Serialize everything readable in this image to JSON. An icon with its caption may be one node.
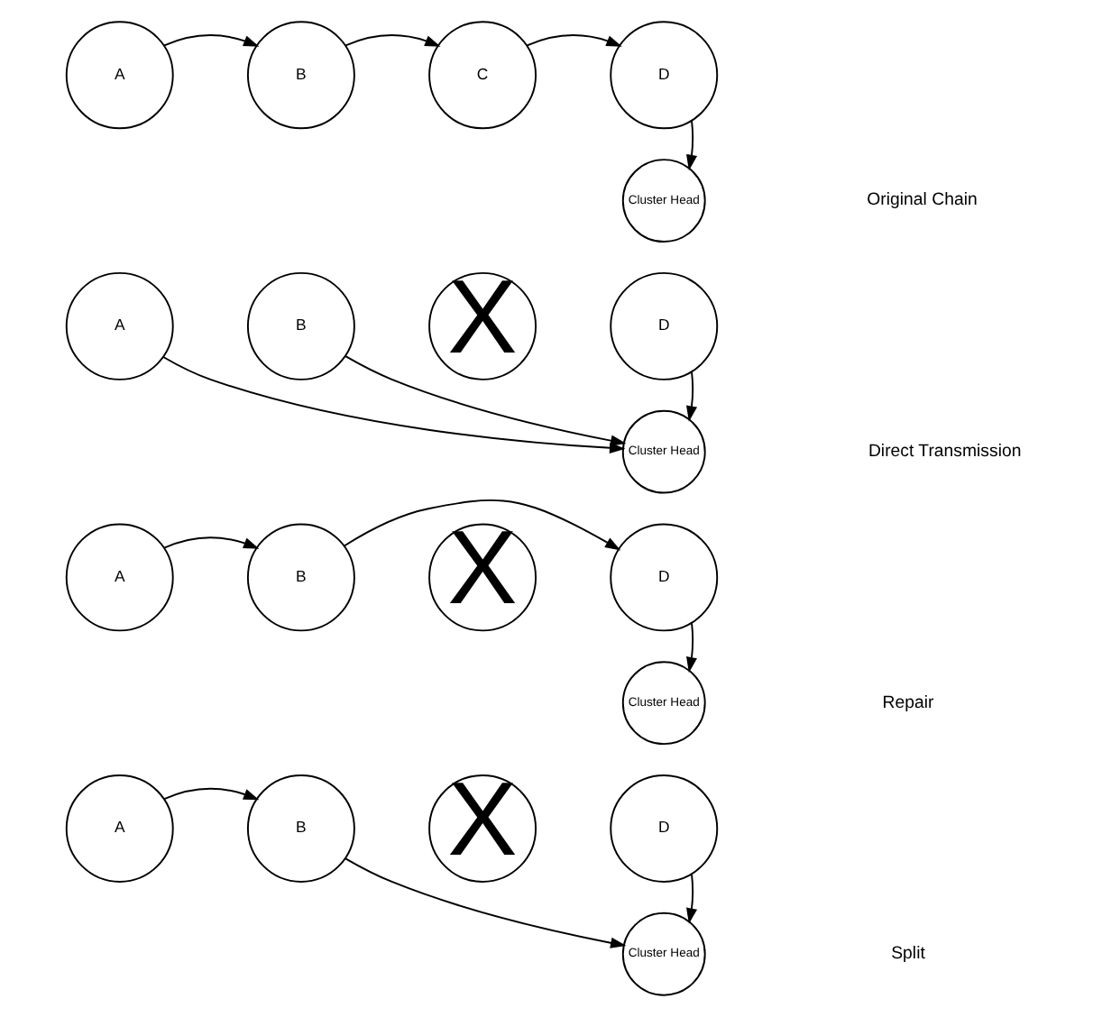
{
  "diagram": {
    "nodes": [
      {
        "text": [
          "A"
        ]
      },
      {
        "text": [
          "B"
        ]
      },
      {
        "text": [
          "C"
        ]
      },
      {
        "text": [
          "D"
        ]
      },
      {
        "text": [
          "Cluster Head"
        ]
      },
      {
        "text": [
          "A"
        ]
      },
      {
        "text": [
          "B"
        ]
      },
      {
        "text": [
          "X"
        ]
      },
      {
        "text": [
          "D"
        ]
      },
      {
        "text": [
          "Cluster Head"
        ]
      },
      {
        "text": [
          "A"
        ]
      },
      {
        "text": [
          "B"
        ]
      },
      {
        "text": [
          "X"
        ]
      },
      {
        "text": [
          "D"
        ]
      },
      {
        "text": [
          "Cluster Head"
        ]
      },
      {
        "text": [
          "A"
        ]
      },
      {
        "text": [
          "B"
        ]
      },
      {
        "text": [
          "X"
        ]
      },
      {
        "text": [
          "D"
        ]
      },
      {
        "text": [
          "Cluster Head"
        ]
      }
    ],
    "edges": [
      {
        "from": 0,
        "to": 1,
        "arrow": "to"
      },
      {
        "from": 1,
        "to": 2,
        "arrow": "to"
      },
      {
        "from": 2,
        "to": 3,
        "arrow": "to"
      },
      {
        "from": 3,
        "to": 4,
        "arrow": "to"
      },
      {
        "from": 5,
        "to": 9,
        "arrow": "to"
      },
      {
        "from": 6,
        "to": 9,
        "arrow": "to"
      },
      {
        "from": 8,
        "to": 9,
        "arrow": "to"
      },
      {
        "from": 10,
        "to": 11,
        "arrow": "to"
      },
      {
        "from": 11,
        "to": 13,
        "arrow": "to"
      },
      {
        "from": 13,
        "to": 14,
        "arrow": "to"
      },
      {
        "from": 15,
        "to": 16,
        "arrow": "to"
      },
      {
        "from": 16,
        "to": 19,
        "arrow": "to"
      },
      {
        "from": 18,
        "to": 19,
        "arrow": "to"
      }
    ],
    "labels": [
      "Original Chain",
      "Direct Transmission",
      "Repair",
      "Split"
    ]
  }
}
